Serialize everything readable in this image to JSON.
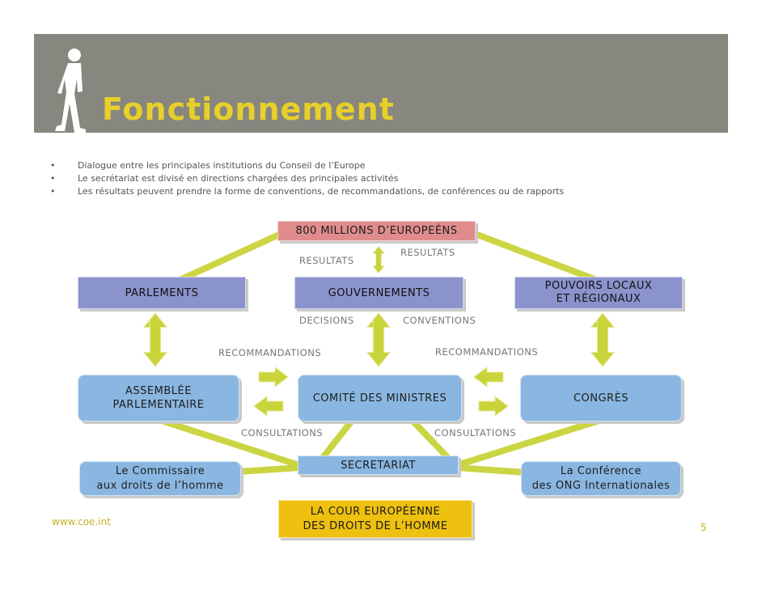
{
  "header": {
    "title": "Fonctionnement"
  },
  "bullets": [
    "Dialogue entre les principales institutions du Conseil de l’Europe",
    "Le secrétariat est divisé en directions chargées des principales activités",
    "Les résultats peuvent prendre la forme de conventions, de recommandations, de conférences ou de rapports"
  ],
  "boxes": {
    "europeans": "800 MILLIONS D’EUROPEÉNS",
    "parlements": "PARLEMENTS",
    "gouvernements": "GOUVERNEMENTS",
    "pouvoirs_line1": "POUVOIRS LOCAUX",
    "pouvoirs_line2": "ET RÉGIONAUX",
    "assemblee_line1": "ASSEMBLÉE",
    "assemblee_line2": "PARLEMENTAIRE",
    "comite": "COMITÉ DES MINISTRES",
    "congres": "CONGRÈS",
    "secretariat": "SECRETARIAT",
    "commissaire_line1": "Le Commissaire",
    "commissaire_line2": "aux droits de l’homme",
    "conference_line1": "La Conférence",
    "conference_line2": "des ONG Internationales",
    "cour_line1": "LA COUR EUROPÉENNE",
    "cour_line2": "DES DROITS DE L’HOMME"
  },
  "labels": {
    "resultats_left": "RESULTATS",
    "resultats_right": "RESULTATS",
    "decisions": "DECISIONS",
    "conventions": "CONVENTIONS",
    "recommandations_left": "RECOMMANDATIONS",
    "recommandations_right": "RECOMMANDATIONS",
    "consultations_left": "CONSULTATIONS",
    "consultations_right": "CONSULTATIONS"
  },
  "footer": {
    "url": "www.coe.int",
    "page": "5"
  },
  "colors": {
    "banner": "#87877f",
    "title": "#e8cf2a",
    "connector": "#c9d33a",
    "lilac_box": "#8b93cc",
    "blue_box": "#8ab7e1",
    "pink_box": "#e08c8c",
    "gold_box": "#eec010"
  }
}
